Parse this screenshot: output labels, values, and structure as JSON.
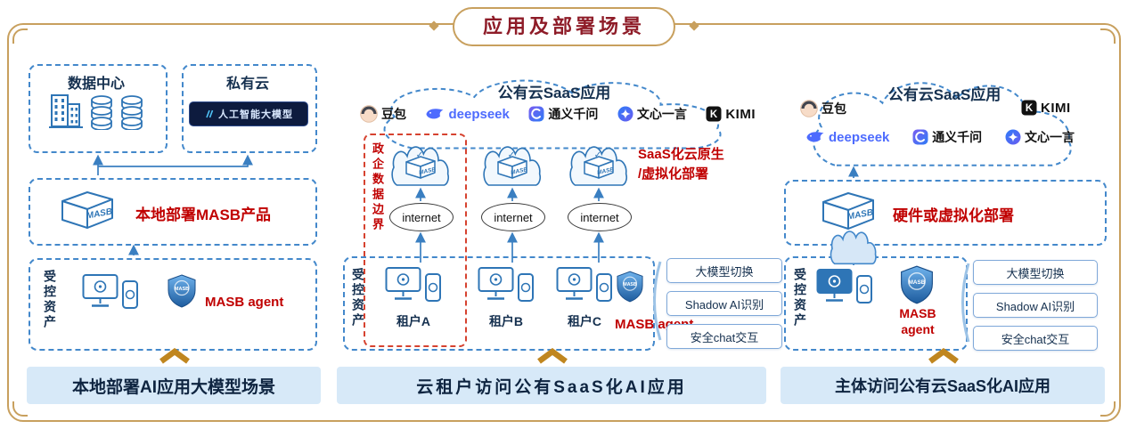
{
  "title": "应用及部署场景",
  "common": {
    "masb": "MASB",
    "check": "✓",
    "assets_label": "受控资产",
    "internet_label": "internet",
    "agent_label": "MASB agent"
  },
  "logos": {
    "doubao": "豆包",
    "deepseek": "deepseek",
    "tongyi": "通义千问",
    "wenxin": "文心一言",
    "kimi": "KIMI",
    "kimi_icon_letter": "K"
  },
  "left": {
    "data_center_title": "数据中心",
    "private_cloud_title": "私有云",
    "private_cloud_badge": "人工智能大模型",
    "product_label": "本地部署MASB产品",
    "banner": "本地部署AI应用大模型场景"
  },
  "middle": {
    "cloud_title": "公有云SaaS应用",
    "boundary_label": "政企数据边界",
    "deploy_note_1": "SaaS化云原生",
    "deploy_note_2": "/虚拟化部署",
    "tenants": [
      "租户A",
      "租户B",
      "租户C"
    ],
    "features": [
      "大模型切换",
      "Shadow AI识别",
      "安全chat交互"
    ],
    "banner": "云租户访问公有SaaS化AI应用"
  },
  "right": {
    "cloud_title": "公有云SaaS应用",
    "deploy_label": "硬件或虚拟化部署",
    "agent_line1": "MASB",
    "agent_line2": "agent",
    "features": [
      "大模型切换",
      "Shadow AI识别",
      "安全chat交互"
    ],
    "banner": "主体访问公有云SaaS化AI应用"
  },
  "colors": {
    "frame_gold": "#C8A05E",
    "title_red": "#8E1C28",
    "line_blue": "#2E75B6",
    "dashed_blue": "#4388CB",
    "danger_red": "#C00000",
    "boundary_red": "#D6422F",
    "banner_bg": "#D7E9F8"
  }
}
